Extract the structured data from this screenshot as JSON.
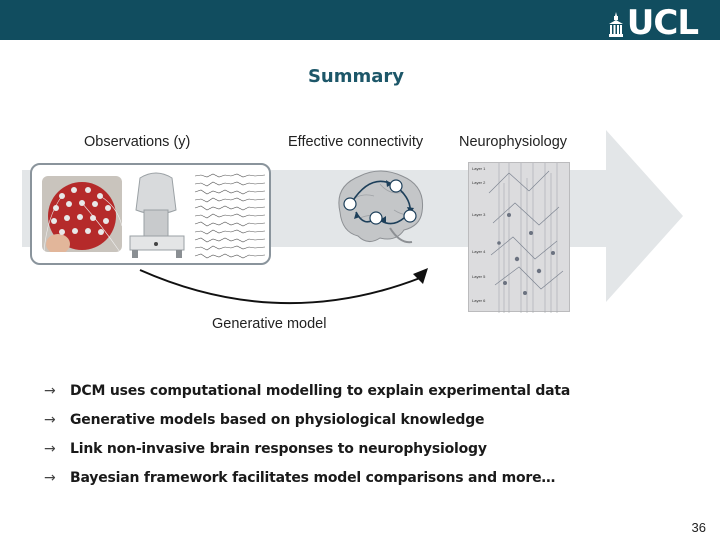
{
  "header": {
    "logo_text": "UCL",
    "colors": {
      "bar": "#114d5f",
      "title": "#1d5769"
    }
  },
  "title": "Summary",
  "diagram": {
    "labels": {
      "observations": "Observations (y)",
      "effective_connectivity": "Effective connectivity",
      "neurophysiology": "Neurophysiology",
      "generative_model": "Generative model"
    },
    "layers": [
      "Layer 1",
      "Layer 2",
      "Layer 3",
      "Layer 4",
      "Layer 5",
      "Layer 6"
    ]
  },
  "bullets": [
    {
      "icon": "arrow-right-icon",
      "text": "DCM uses computational modelling to explain experimental data"
    },
    {
      "icon": "arrow-right-icon",
      "text": "Generative models based on physiological knowledge"
    },
    {
      "icon": "arrow-right-icon",
      "text": "Link non-invasive brain responses to neurophysiology"
    },
    {
      "icon": "arrow-right-icon",
      "text": "Bayesian framework facilitates model comparisons and more…"
    }
  ],
  "page_number": "36"
}
